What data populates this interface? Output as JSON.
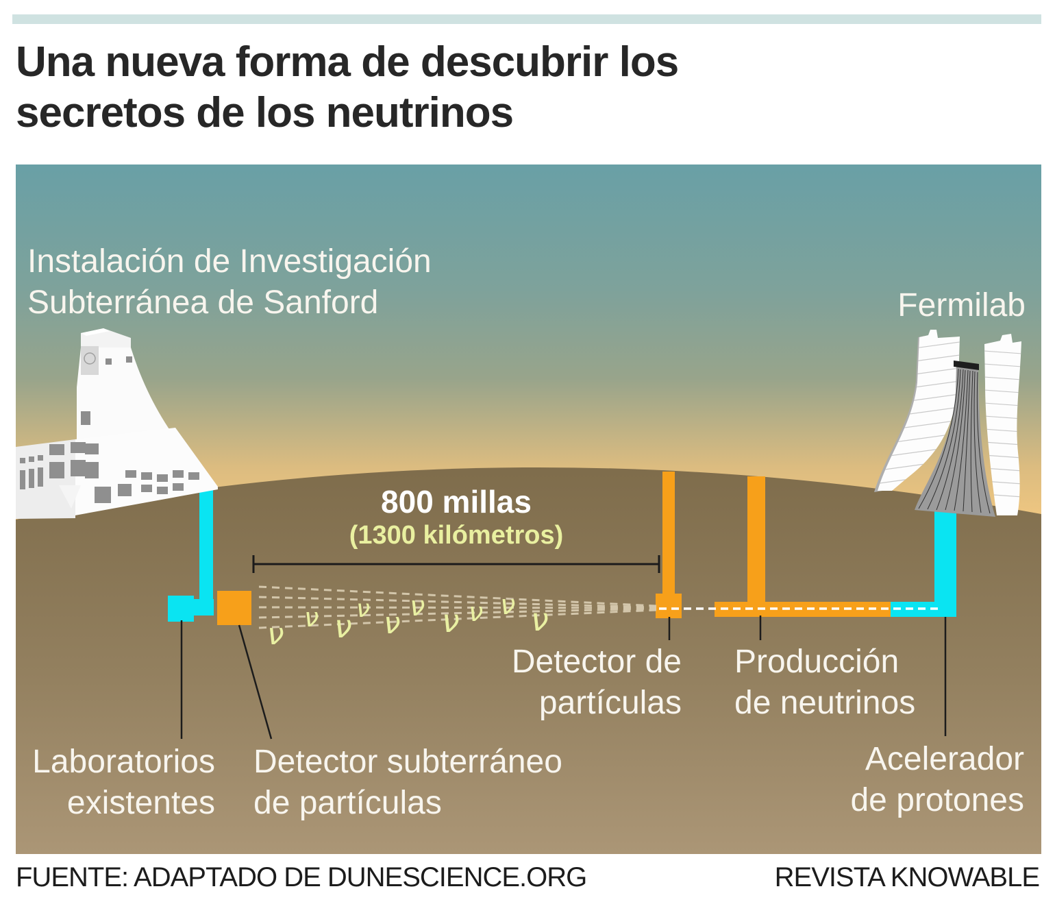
{
  "title": {
    "line1": "Una nueva forma de descubrir los",
    "line2": "secretos de los neutrinos"
  },
  "diagram": {
    "labels": {
      "sanford": {
        "line1": "Instalación de Investigación",
        "line2": "Subterránea de Sanford"
      },
      "fermilab": "Fermilab",
      "distance": {
        "primary": "800 millas",
        "secondary": "(1300 kilómetros)"
      },
      "detector_particulas": {
        "line1": "Detector de",
        "line2": "partículas"
      },
      "produccion": {
        "line1": "Producción",
        "line2": "de neutrinos"
      },
      "laboratorios": {
        "line1": "Laboratorios",
        "line2": "existentes"
      },
      "detector_subterraneo": {
        "line1": "Detector subterráneo",
        "line2": "de partículas"
      },
      "acelerador": {
        "line1": "Acelerador",
        "line2": "de protones"
      }
    },
    "beam": {
      "nu_symbol": "ν",
      "nu_color": "#e9f0a2",
      "dash_color": "#dbcfb4"
    },
    "colors": {
      "topbar": "#cfe2e1",
      "sky_top": "#69a0a6",
      "sky_mid": "#98a48b",
      "sky_horizon": "#f0c781",
      "ground_top": "#806e4c",
      "ground_bottom": "#aa9575",
      "cyan": "#0ae4f2",
      "orange": "#f7a01a",
      "label_text": "#f8f5ee"
    }
  },
  "footer": {
    "source": "FUENTE: ADAPTADO DE DUNESCIENCE.ORG",
    "credit": "REVISTA KNOWABLE"
  }
}
